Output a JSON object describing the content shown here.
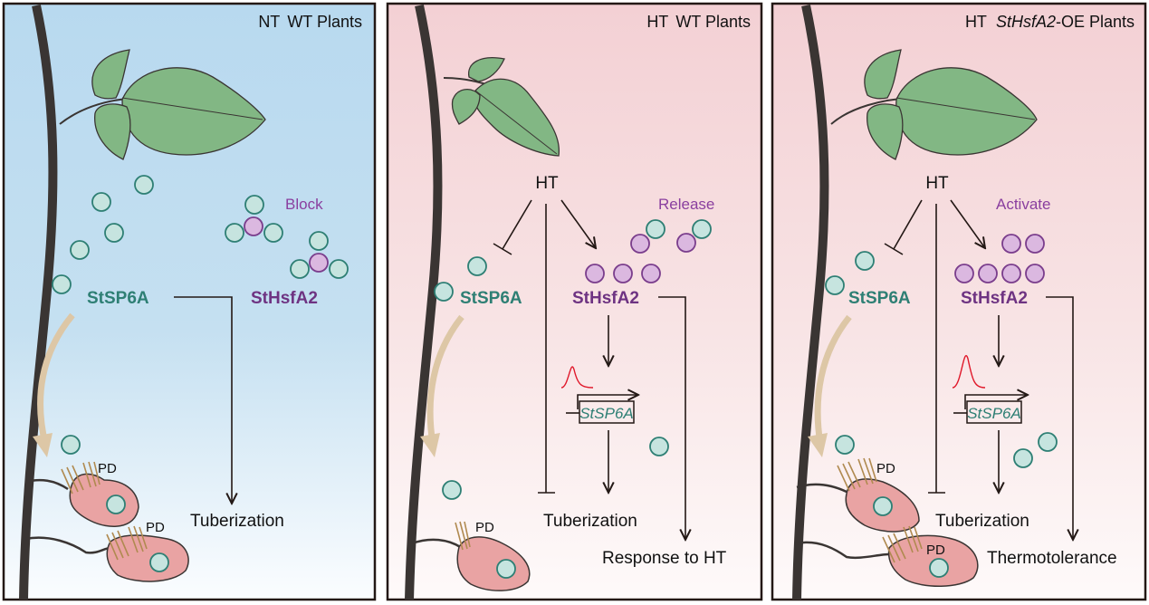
{
  "figure": {
    "panels": [
      {
        "id": "nt-wt",
        "title_condition": "NT",
        "title_plant": "WT Plants",
        "title_italic": "",
        "title_suffix": "",
        "background": "blue-gradient",
        "stimulus": "",
        "protein_sp6a": "StSP6A",
        "protein_hsfa2": "StHsfA2",
        "verb": "Block",
        "gene": "",
        "output_tuberization": "Tuberization",
        "output_other": "",
        "pd_labels": [
          "PD",
          "PD"
        ]
      },
      {
        "id": "ht-wt",
        "title_condition": "HT",
        "title_plant": "WT Plants",
        "title_italic": "",
        "title_suffix": "",
        "background": "pink-gradient",
        "stimulus": "HT",
        "protein_sp6a": "StSP6A",
        "protein_hsfa2": "StHsfA2",
        "verb": "Release",
        "gene": "StSP6A",
        "output_tuberization": "Tuberization",
        "output_other": "Response to HT",
        "pd_labels": [
          "PD"
        ]
      },
      {
        "id": "ht-oe",
        "title_condition": "HT",
        "title_plant": "",
        "title_italic": "StHsfA2",
        "title_suffix": "-OE Plants",
        "background": "pink-gradient",
        "stimulus": "HT",
        "protein_sp6a": "StSP6A",
        "protein_hsfa2": "StHsfA2",
        "verb": "Activate",
        "gene": "StSP6A",
        "output_tuberization": "Tuberization",
        "output_other": "Thermotolerance",
        "pd_labels": [
          "PD",
          "PD"
        ]
      }
    ],
    "colors": {
      "sp6a_fill": "#c6e4df",
      "sp6a_stroke": "#2e7f74",
      "hsfa2_fill": "#dbb8e0",
      "hsfa2_stroke": "#7a3d8c",
      "leaf": "#82b784",
      "stem": "#3a3533",
      "cell": "#e9a3a3",
      "arrow_transport": "#ddc7a6",
      "peak": "#e0182a"
    }
  }
}
